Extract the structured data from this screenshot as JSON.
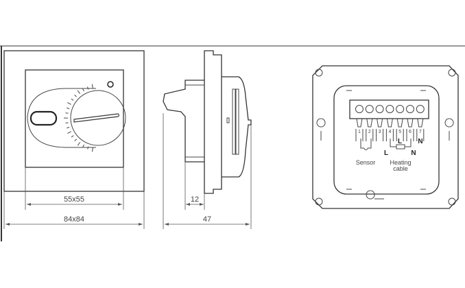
{
  "dimensions": {
    "frame_inner": "55x55",
    "frame_outer": "84x84",
    "depth_mount": "12",
    "depth_total": "47"
  },
  "wiring": {
    "terminal_numbers": [
      "1",
      "2",
      "3",
      "4",
      "5",
      "6",
      "7"
    ],
    "sensor_label": "Sensor",
    "heating_cable_label_line1": "Heating",
    "heating_cable_label_line2": "cable",
    "live_label": "L",
    "neutral_label": "N",
    "terminal_live_label": "L",
    "terminal_neutral_label": "N"
  },
  "colors": {
    "line": "#333333",
    "background": "#ffffff"
  }
}
